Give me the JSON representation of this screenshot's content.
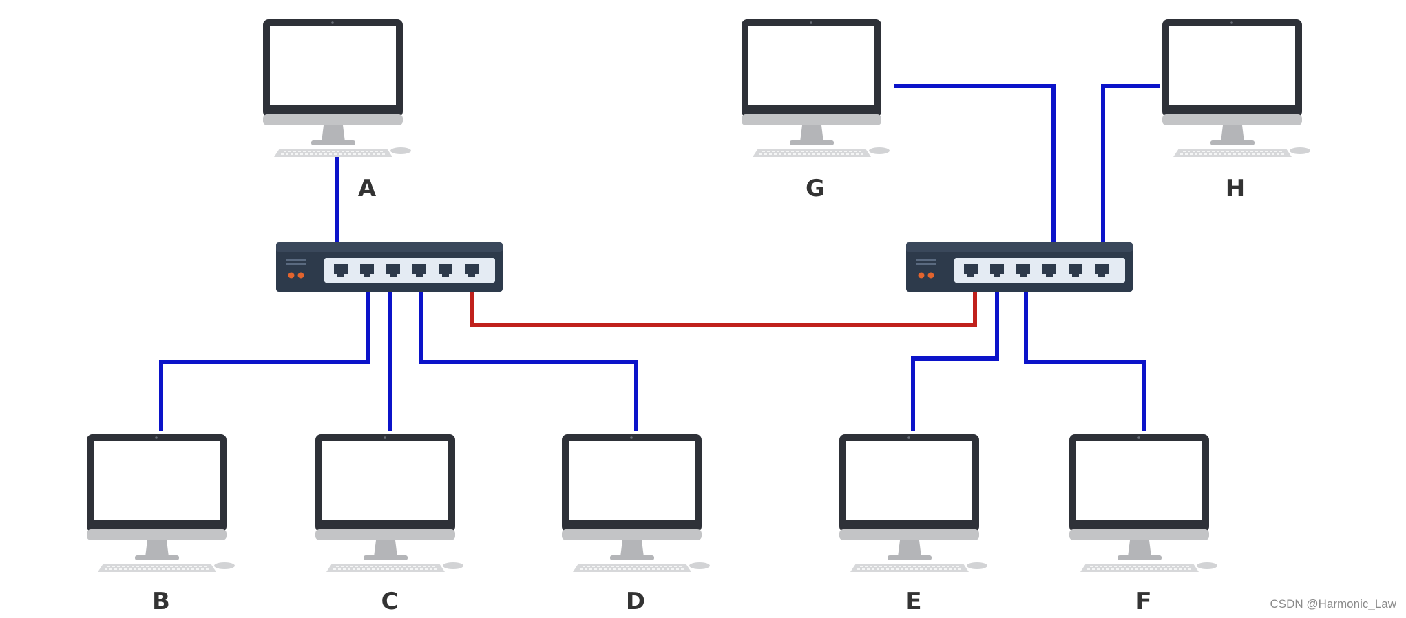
{
  "computers": [
    {
      "id": "A",
      "label": "A"
    },
    {
      "id": "B",
      "label": "B"
    },
    {
      "id": "C",
      "label": "C"
    },
    {
      "id": "D",
      "label": "D"
    },
    {
      "id": "E",
      "label": "E"
    },
    {
      "id": "F",
      "label": "F"
    },
    {
      "id": "G",
      "label": "G"
    },
    {
      "id": "H",
      "label": "H"
    }
  ],
  "switches": [
    {
      "id": "switch-left",
      "ports": 6
    },
    {
      "id": "switch-right",
      "ports": 6
    }
  ],
  "links": [
    {
      "from": "A",
      "to": "switch-left",
      "color": "#0b13c9"
    },
    {
      "from": "B",
      "to": "switch-left",
      "color": "#0b13c9"
    },
    {
      "from": "C",
      "to": "switch-left",
      "color": "#0b13c9"
    },
    {
      "from": "D",
      "to": "switch-left",
      "color": "#0b13c9"
    },
    {
      "from": "E",
      "to": "switch-right",
      "color": "#0b13c9"
    },
    {
      "from": "F",
      "to": "switch-right",
      "color": "#0b13c9"
    },
    {
      "from": "G",
      "to": "switch-right",
      "color": "#0b13c9"
    },
    {
      "from": "H",
      "to": "switch-right",
      "color": "#0b13c9"
    },
    {
      "from": "switch-left",
      "to": "switch-right",
      "color": "#c0211c"
    }
  ],
  "colors": {
    "access_link": "#0b13c9",
    "trunk_link": "#c0211c",
    "monitor_frame": "#2e3138",
    "switch_body": "#2d3a4b"
  },
  "watermark": "CSDN @Harmonic_Law"
}
